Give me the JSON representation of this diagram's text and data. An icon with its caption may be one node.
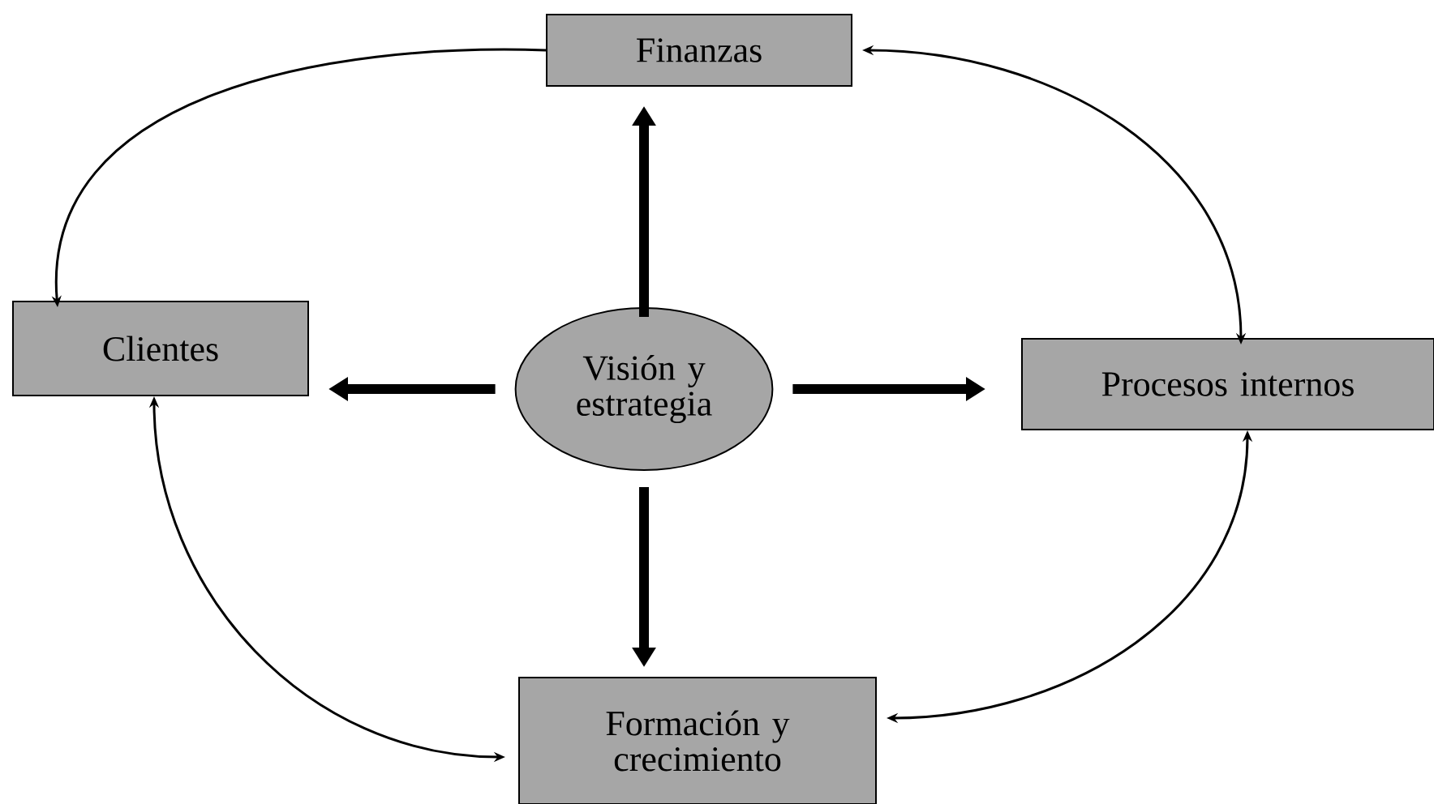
{
  "diagram": {
    "nodes": [
      {
        "text": [
          "Finanzas"
        ]
      },
      {
        "text": [
          "Clientes"
        ]
      },
      {
        "text": [
          "Visión y estrategia"
        ]
      },
      {
        "text": [
          "Procesos internos"
        ]
      },
      {
        "text": [
          "Formación y crecimiento"
        ]
      }
    ],
    "edges": [
      {
        "from": 0,
        "to": 1,
        "arrow": "to"
      },
      {
        "from": 0,
        "to": 3,
        "arrow": "both"
      },
      {
        "from": 2,
        "to": 0,
        "arrow": "to",
        "style": "thick"
      },
      {
        "from": 2,
        "to": 1,
        "arrow": "to",
        "style": "thick"
      },
      {
        "from": 2,
        "to": 3,
        "arrow": "to",
        "style": "thick"
      },
      {
        "from": 2,
        "to": 4,
        "arrow": "to",
        "style": "thick"
      },
      {
        "from": 1,
        "to": 4,
        "arrow": "both"
      },
      {
        "from": 3,
        "to": 4,
        "arrow": "both"
      }
    ]
  }
}
